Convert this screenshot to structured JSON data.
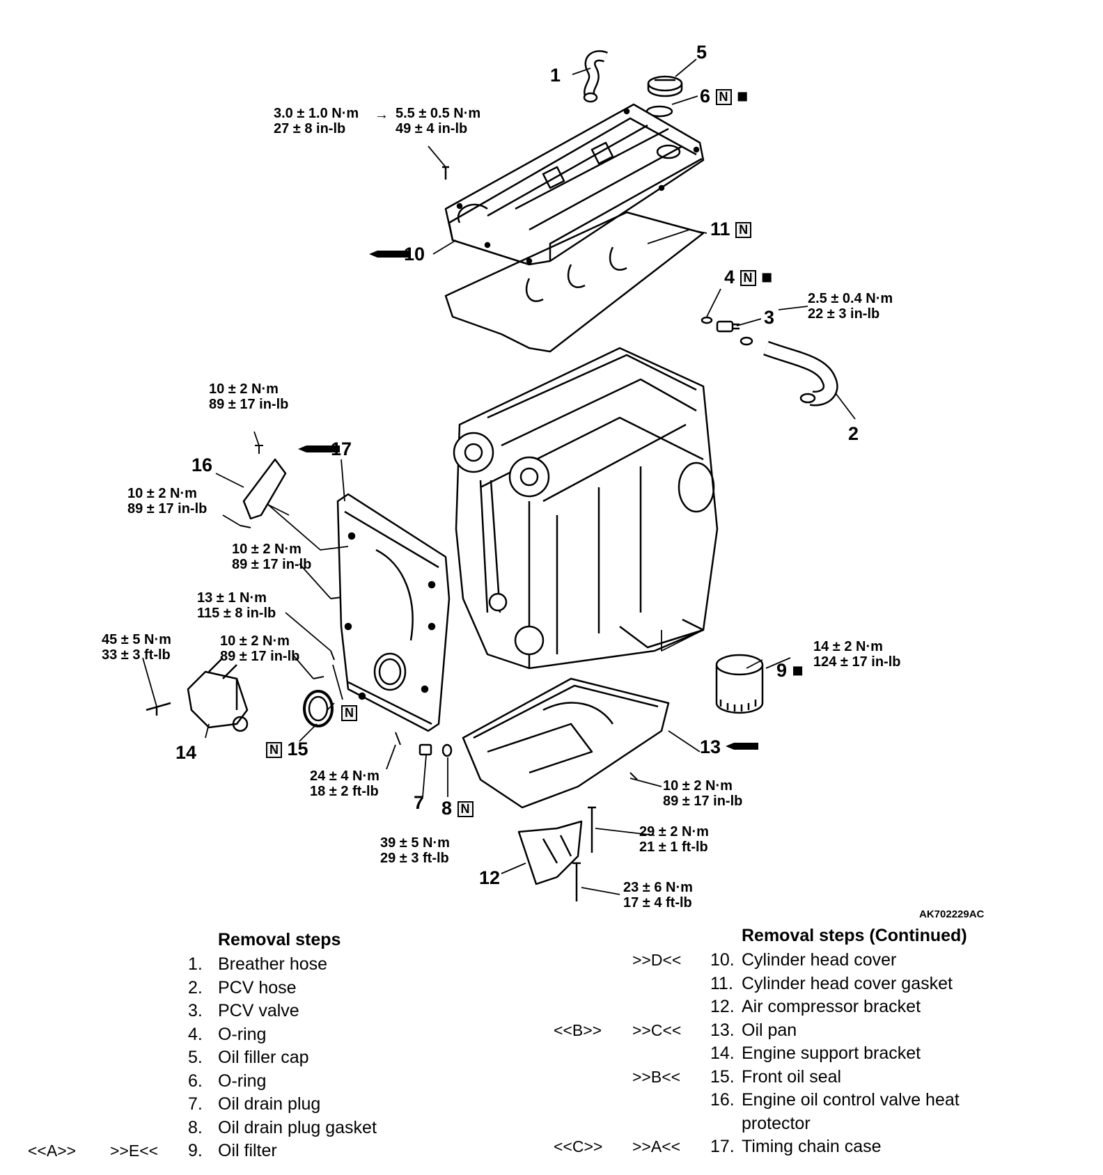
{
  "reference": "AK702229AC",
  "callouts": {
    "c1": "1",
    "c2": "2",
    "c3": "3",
    "c4": "4",
    "c5": "5",
    "c6": "6",
    "c7": "7",
    "c8": "8",
    "c9": "9",
    "c10": "10",
    "c11": "11",
    "c12": "12",
    "c13": "13",
    "c14": "14",
    "c15": "15",
    "c16": "16",
    "c17": "17",
    "n_badge": "N"
  },
  "torques": {
    "t_cover_a": [
      "3.0 ± 1.0 N·m",
      "27 ± 8 in-lb"
    ],
    "t_cover_arrow": "→",
    "t_cover_b": [
      "5.5 ± 0.5 N·m",
      "49 ± 4 in-lb"
    ],
    "t_pcv": [
      "2.5 ± 0.4 N·m",
      "22 ± 3 in-lb"
    ],
    "t_protector_top": [
      "10 ± 2 N·m",
      "89 ± 17 in-lb"
    ],
    "t_protector_low": [
      "10 ± 2 N·m",
      "89 ± 17 in-lb"
    ],
    "t_case_a": [
      "10 ± 2 N·m",
      "89 ± 17 in-lb"
    ],
    "t_case_b": [
      "13 ± 1 N·m",
      "115 ± 8 in-lb"
    ],
    "t_case_c": [
      "10 ± 2 N·m",
      "89 ± 17 in-lb"
    ],
    "t_support": [
      "45 ± 5 N·m",
      "33 ± 3 ft-lb"
    ],
    "t_filter": [
      "14 ± 2 N·m",
      "124 ± 17 in-lb"
    ],
    "t_pan_bolt": [
      "24 ± 4 N·m",
      "18 ± 2 ft-lb"
    ],
    "t_pan": [
      "10 ± 2 N·m",
      "89 ± 17 in-lb"
    ],
    "t_drain": [
      "39 ± 5 N·m",
      "29 ± 3 ft-lb"
    ],
    "t_bracket_a": [
      "29 ± 2 N·m",
      "21 ± 1 ft-lb"
    ],
    "t_bracket_b": [
      "23 ± 6 N·m",
      "17 ± 4 ft-lb"
    ]
  },
  "removal_left": {
    "title": "Removal steps",
    "items": [
      {
        "m1": "",
        "m2": "",
        "num": "1.",
        "text": "Breather hose"
      },
      {
        "m1": "",
        "m2": "",
        "num": "2.",
        "text": "PCV hose"
      },
      {
        "m1": "",
        "m2": "",
        "num": "3.",
        "text": "PCV valve"
      },
      {
        "m1": "",
        "m2": "",
        "num": "4.",
        "text": "O-ring"
      },
      {
        "m1": "",
        "m2": "",
        "num": "5.",
        "text": "Oil filler cap"
      },
      {
        "m1": "",
        "m2": "",
        "num": "6.",
        "text": "O-ring"
      },
      {
        "m1": "",
        "m2": "",
        "num": "7.",
        "text": "Oil drain plug"
      },
      {
        "m1": "",
        "m2": "",
        "num": "8.",
        "text": "Oil drain plug gasket"
      },
      {
        "m1": "<<A>>",
        "m2": ">>E<<",
        "num": "9.",
        "text": "Oil filter"
      }
    ]
  },
  "removal_right": {
    "title": "Removal steps (Continued)",
    "items": [
      {
        "m1": "",
        "m2": ">>D<<",
        "num": "10.",
        "text": "Cylinder head cover"
      },
      {
        "m1": "",
        "m2": "",
        "num": "11.",
        "text": "Cylinder head cover gasket"
      },
      {
        "m1": "",
        "m2": "",
        "num": "12.",
        "text": "Air compressor bracket"
      },
      {
        "m1": "<<B>>",
        "m2": ">>C<<",
        "num": "13.",
        "text": "Oil pan"
      },
      {
        "m1": "",
        "m2": "",
        "num": "14.",
        "text": "Engine support bracket"
      },
      {
        "m1": "",
        "m2": ">>B<<",
        "num": "15.",
        "text": "Front oil seal"
      },
      {
        "m1": "",
        "m2": "",
        "num": "16.",
        "text": "Engine oil control valve heat"
      },
      {
        "m1": "",
        "m2": "",
        "num": "",
        "text": "protector"
      },
      {
        "m1": "<<C>>",
        "m2": ">>A<<",
        "num": "17.",
        "text": "Timing chain case"
      }
    ]
  }
}
